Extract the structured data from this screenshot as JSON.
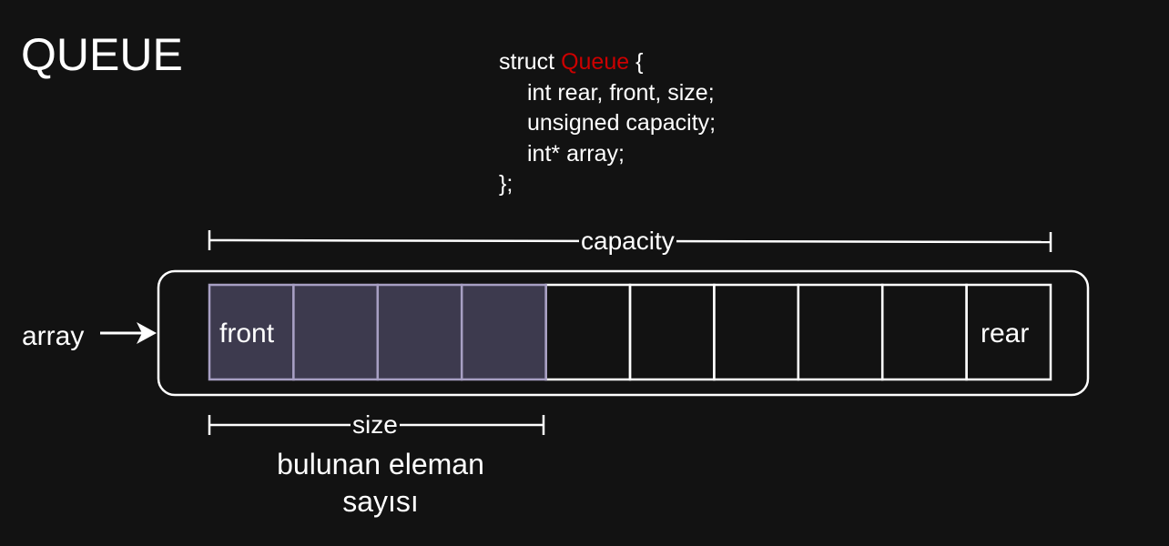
{
  "title": "QUEUE",
  "code": {
    "line1_prefix": "struct ",
    "line1_name": "Queue",
    "line1_suffix": " {",
    "line2": "int rear, front, size;",
    "line3": "unsigned capacity;",
    "line4": "int* array;",
    "line5": "};"
  },
  "labels": {
    "array": "array",
    "front": "front",
    "rear": "rear",
    "capacity": "capacity",
    "size": "size",
    "note": "bulunan eleman sayısı"
  },
  "colors": {
    "background": "#121212",
    "foreground": "#ffffff",
    "keyword": "#cc0000",
    "filled_cell": "#3d3a4e",
    "filled_border": "#a79fc3"
  },
  "cells": {
    "count": 10,
    "filled": 4
  }
}
